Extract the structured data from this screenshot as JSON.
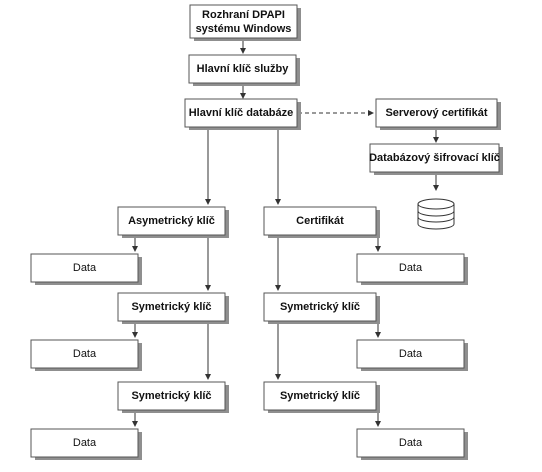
{
  "nodes": {
    "dpapi": {
      "lines": [
        "Rozhraní DPAPI",
        "systému Windows"
      ]
    },
    "service_master_key": {
      "label": "Hlavní klíč služby"
    },
    "database_master_key": {
      "label": "Hlavní klíč databáze"
    },
    "server_certificate": {
      "label": "Serverový certifikát"
    },
    "database_encryption_key": {
      "label": "Databázový šifrovací klíč"
    },
    "asymmetric_key": {
      "label": "Asymetrický klíč"
    },
    "certificate": {
      "label": "Certifikát"
    },
    "symmetric_key_left_1": {
      "label": "Symetrický klíč"
    },
    "symmetric_key_left_2": {
      "label": "Symetrický klíč"
    },
    "symmetric_key_right_1": {
      "label": "Symetrický klíč"
    },
    "symmetric_key_right_2": {
      "label": "Symetrický klíč"
    },
    "data_left_1": {
      "label": "Data"
    },
    "data_left_2": {
      "label": "Data"
    },
    "data_left_3": {
      "label": "Data"
    },
    "data_right_1": {
      "label": "Data"
    },
    "data_right_2": {
      "label": "Data"
    },
    "data_right_3": {
      "label": "Data"
    }
  },
  "icons": {
    "database": "database-cylinder-icon"
  },
  "colors": {
    "box_border": "#555555",
    "box_shadow": "#8f8f8f",
    "arrow": "#333333"
  }
}
